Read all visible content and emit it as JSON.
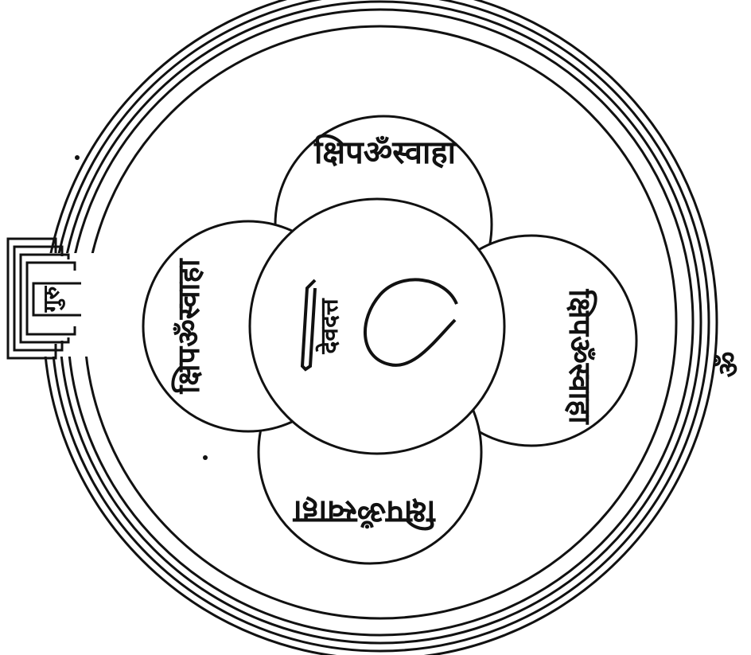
{
  "diagram": {
    "ink_color": "#111111",
    "paper_color": "#ffffff",
    "labels": {
      "top": "क्षिपॐस्वाहा",
      "left": "क्षिपॐस्वाहा",
      "right": "क्षिपॐस्वाहा",
      "bottom": "क्षिपॐस्वाहा",
      "center_name": "देवदत्त",
      "gate": "गुरु",
      "edge_right": "ॐ"
    }
  }
}
